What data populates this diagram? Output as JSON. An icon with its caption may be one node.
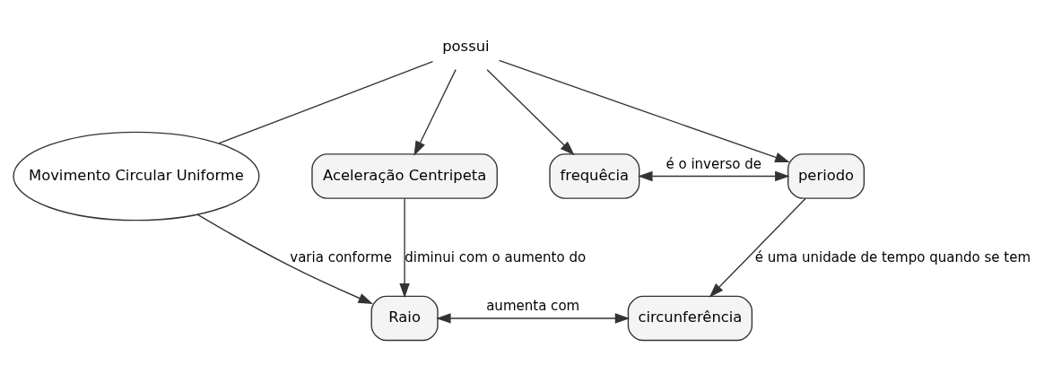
{
  "diagram": {
    "nodes": [
      {
        "text": [
          "Movimento Circular Uniforme"
        ]
      },
      {
        "text": [
          "possui"
        ]
      },
      {
        "text": [
          "Aceleração Centripeta"
        ]
      },
      {
        "text": [
          "frequêcia"
        ]
      },
      {
        "text": [
          "periodo"
        ]
      },
      {
        "text": [
          "Raio"
        ]
      },
      {
        "text": [
          "circunferência"
        ]
      }
    ],
    "edges": [
      {
        "from": 0,
        "to": 1,
        "arrow": "none"
      },
      {
        "from": 1,
        "to": 2,
        "arrow": "to"
      },
      {
        "from": 1,
        "to": 3,
        "arrow": "to"
      },
      {
        "from": 1,
        "to": 4,
        "arrow": "to"
      },
      {
        "from": 2,
        "to": 5,
        "arrow": "to",
        "label": "diminui com o aumento do"
      },
      {
        "from": 3,
        "to": 4,
        "arrow": "both",
        "label": "é o inverso de"
      },
      {
        "from": 0,
        "to": 5,
        "arrow": "to",
        "label": "varia conforme"
      },
      {
        "from": 5,
        "to": 6,
        "arrow": "both",
        "label": "aumenta com"
      },
      {
        "from": 4,
        "to": 6,
        "arrow": "to",
        "label": "é uma unidade de tempo quando se tem"
      }
    ]
  }
}
